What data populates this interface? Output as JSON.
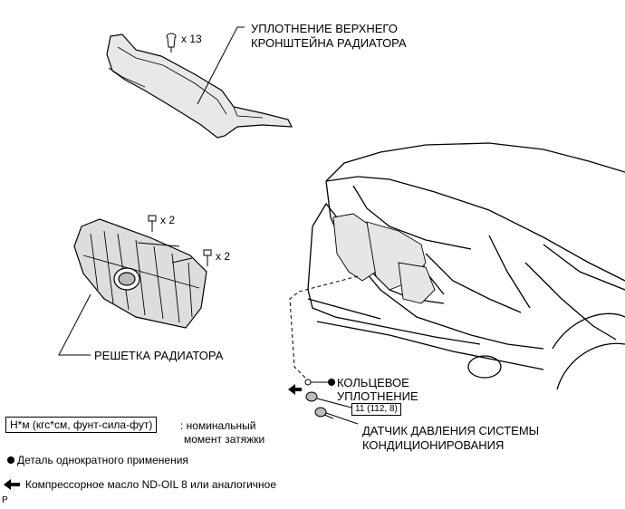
{
  "labels": {
    "upper_seal_line1": "УПЛОТНЕНИЕ ВЕРХНЕГО",
    "upper_seal_line2": "КРОНШТЕЙНА РАДИАТОРА",
    "grille": "РЕШЕТКА РАДИАТОРА",
    "oring_line1": "КОЛЬЦЕВОЕ",
    "oring_line2": "УПЛОТНЕНИЕ",
    "sensor_line1": "ДАТЧИК ДАВЛЕНИЯ СИСТЕМЫ",
    "sensor_line2": "КОНДИЦИОНИРОВАНИЯ"
  },
  "quantities": {
    "clips": "x 13",
    "bolts_top": "x 2",
    "bolts_right": "x 2"
  },
  "torque": "11 (112, 8)",
  "legend": {
    "unit_box": "Н*м (кгс*см, фунт-сила-фут)",
    "unit_desc_line1": ": номинальный",
    "unit_desc_line2": "момент затяжки",
    "non_reusable": "Деталь однократного применения",
    "oil": "Компрессорное масло ND-OIL 8 или аналогичное"
  },
  "corner_mark": "P"
}
